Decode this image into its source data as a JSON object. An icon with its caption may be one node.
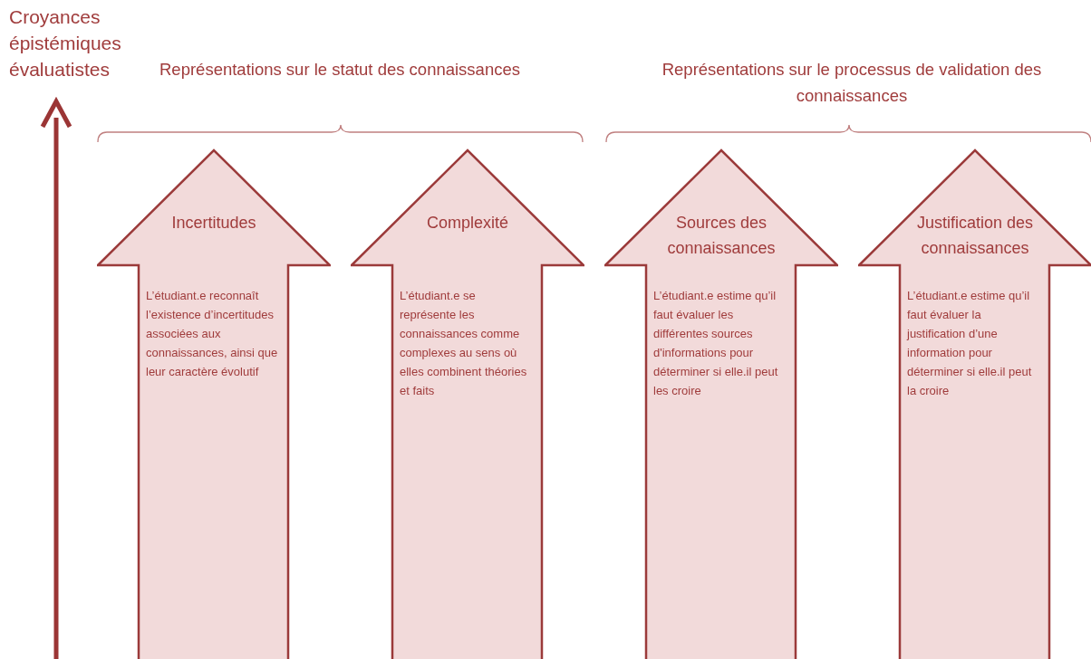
{
  "diagram": {
    "nodes": [
      {
        "text": [
          "Incertitudes",
          "L’étudiant.e reconnaît l’existence d’incertitudes associées aux connaissances, ainsi que leur caractère évolutif"
        ]
      },
      {
        "text": [
          "Complexité",
          "L’étudiant.e se représente les connaissances comme complexes au sens où elles combinent théories et faits"
        ]
      },
      {
        "text": [
          "Sources des connaissances",
          "L’étudiant.e estime qu’il faut évaluer les différentes sources d'informations pour déterminer si elle.il peut les croire"
        ]
      },
      {
        "text": [
          "Justification des connaissances",
          "L’étudiant.e estime qu’il faut évaluer la justification d’une information pour déterminer si elle.il peut la croire"
        ]
      }
    ],
    "labels": [
      "Croyances épistémiques évaluatistes",
      "Représentations sur le statut des connaissances",
      "Représentations sur le processus de validation des connaissances"
    ]
  }
}
